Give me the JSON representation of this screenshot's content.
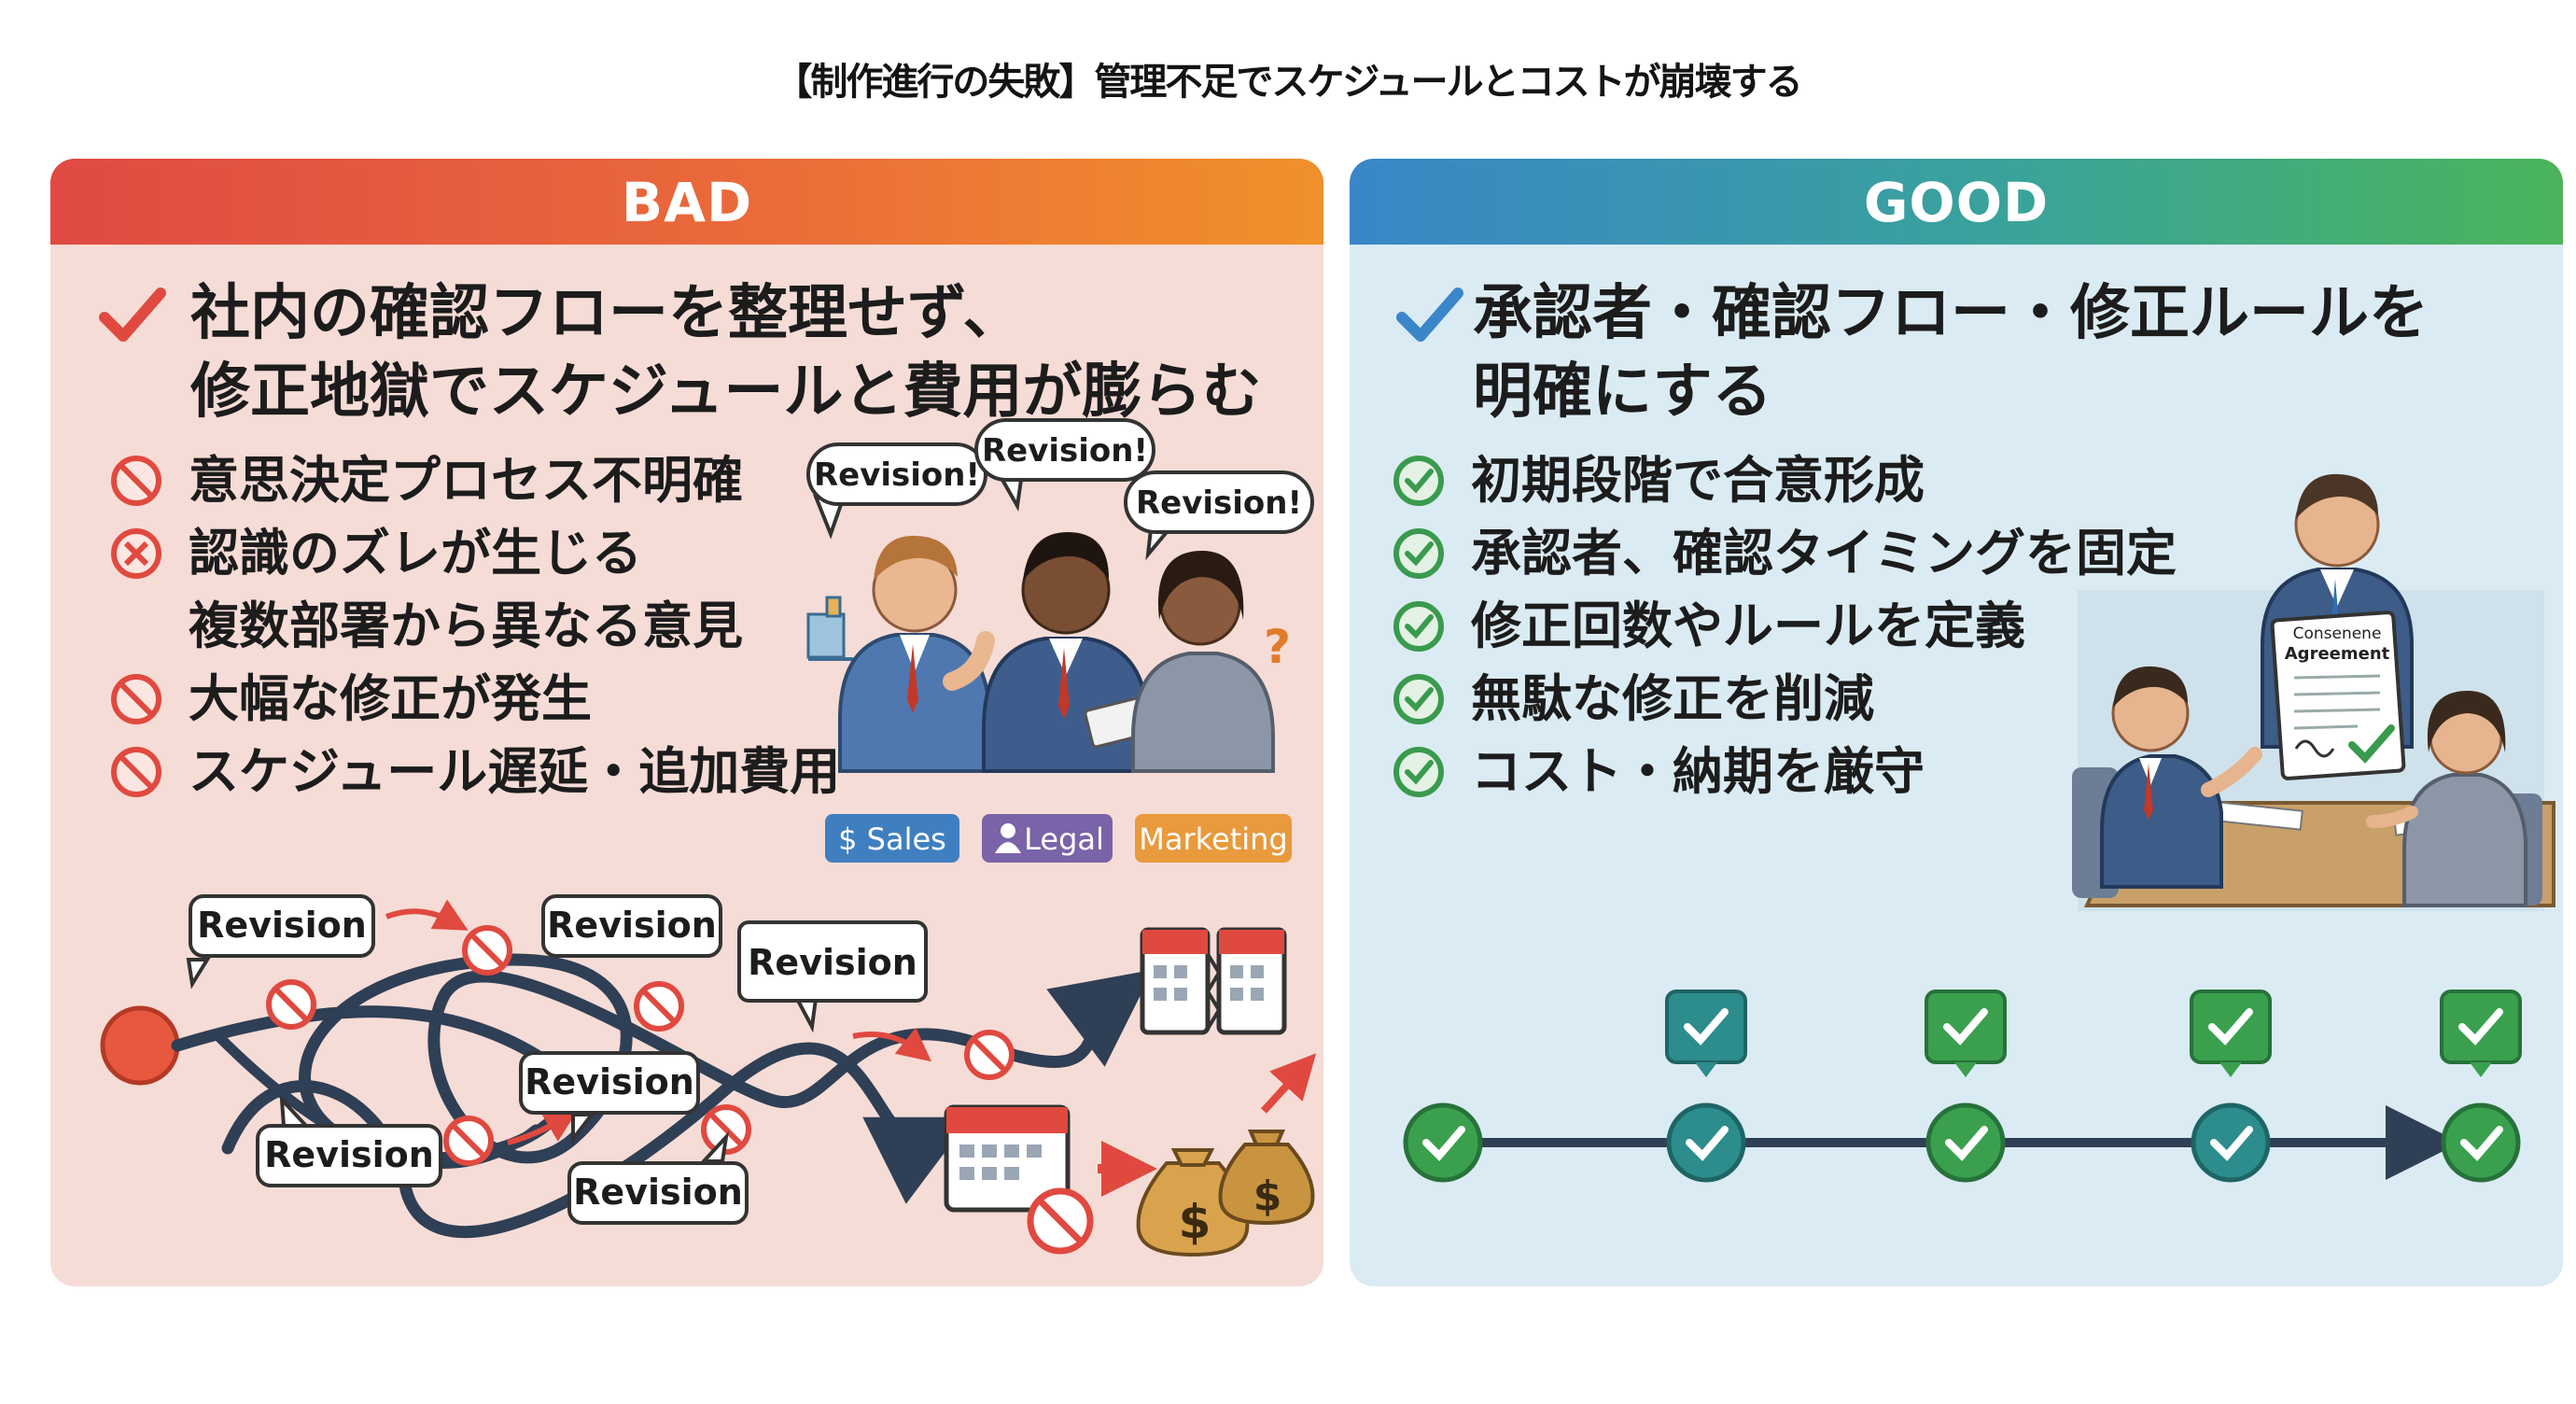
{
  "title": "【制作進行の失敗】管理不足でスケジュールとコストが崩壊する",
  "bad": {
    "header": "BAD",
    "headline_line1": "社内の確認フローを整理せず、",
    "headline_line2": "修正地獄でスケジュールと費用が膨らむ",
    "items": [
      {
        "icon": "prohibited-icon",
        "text": "意思決定プロセス不明確"
      },
      {
        "icon": "cross-circle-icon",
        "text": "認識のズレが生じる"
      },
      {
        "icon": "none",
        "text": "複数部署から異なる意見"
      },
      {
        "icon": "prohibited-icon",
        "text": "大幅な修正が発生"
      },
      {
        "icon": "prohibited-icon",
        "text": "スケジュール遅延・追加費用"
      }
    ],
    "speech_bubbles": [
      "Revision!",
      "Revision!",
      "Revision!"
    ],
    "department_tags": [
      {
        "label": "$ Sales",
        "color": "#3f7fc0"
      },
      {
        "label": "Legal",
        "color": "#7a63a8"
      },
      {
        "label": "Marketing",
        "color": "#e89a3c"
      }
    ],
    "revision_labels": [
      "Revision",
      "Revision",
      "Revision",
      "Revision",
      "Revision",
      "Revision"
    ],
    "money_symbols": [
      "$",
      "$"
    ]
  },
  "good": {
    "header": "GOOD",
    "headline_line1": "承認者・確認フロー・修正ルールを",
    "headline_line2": "明確にする",
    "items": [
      {
        "icon": "check-circle-icon",
        "text": "初期段階で合意形成"
      },
      {
        "icon": "check-circle-icon",
        "text": "承認者、確認タイミングを固定"
      },
      {
        "icon": "check-circle-icon",
        "text": "修正回数やルールを定義"
      },
      {
        "icon": "check-circle-icon",
        "text": "無駄な修正を削減"
      },
      {
        "icon": "check-circle-icon",
        "text": "コスト・納期を厳守"
      }
    ],
    "document_title_line1": "Consenene",
    "document_title_line2": "Agreement",
    "milestones": 5
  },
  "colors": {
    "bad_accent": "#e0493f",
    "good_accent": "#3a86c8",
    "check_green": "#3a9a4e",
    "milestone_teal": "#2d8c8c",
    "line_dark": "#2f3f55"
  }
}
